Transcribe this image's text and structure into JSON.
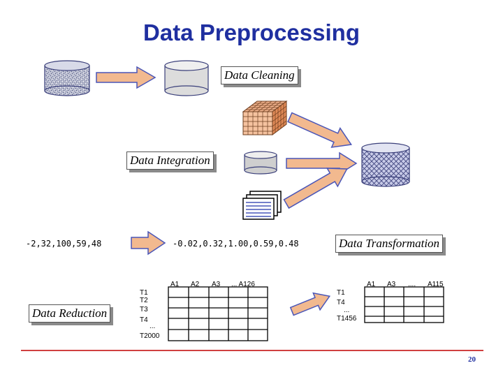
{
  "title": "Data Preprocessing",
  "labels": {
    "cleaning": "Data Cleaning",
    "integration": "Data Integration",
    "transformation": "Data Transformation",
    "reduction": "Data Reduction"
  },
  "transformation_example": {
    "before": "-2,32,100,59,48",
    "after": "-0.02,0.32,1.00,0.59,0.48"
  },
  "reduction_example": {
    "left_table": {
      "columns": [
        "A1",
        "A2",
        "A3",
        "... A126"
      ],
      "rows": [
        "T1",
        "T2",
        "T3",
        "T4",
        "...",
        "T2000"
      ]
    },
    "right_table": {
      "columns": [
        "A1",
        "A3",
        "....",
        "A115"
      ],
      "rows": [
        "T1",
        "T4",
        "...",
        "T1456"
      ]
    }
  },
  "page_number": "20",
  "colors": {
    "title": "#1f2fa0",
    "arrow_fill": "#f2b98f",
    "arrow_stroke": "#4a56b8",
    "footer_line": "#c00000"
  }
}
